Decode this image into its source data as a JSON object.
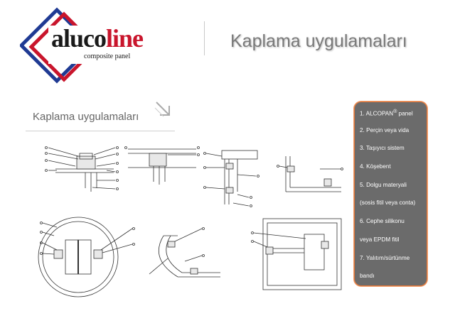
{
  "logo": {
    "name_part1": "aluco",
    "name_part2": "line",
    "tagline": "composite panel",
    "colors": {
      "blue": "#1f3a93",
      "red": "#c9152c"
    }
  },
  "header": {
    "title": "Kaplama uygulamaları"
  },
  "section": {
    "title": "Kaplama uygulamaları",
    "icon": "diagonal-arrow-icon"
  },
  "legend": {
    "item1_text": "1. ALCOPAN",
    "item1_mark": "®",
    "item1_suffix": " panel",
    "items": [
      "2. Perçin veya vida",
      "3. Taşıyıcı sistem",
      "4. Köşebent",
      "5. Dolgu materyali",
      "(sosis fitil veya conta)",
      "6. Cephe silikonu",
      "veya EPDM fitil",
      "7. Yalıtım/sürtünme",
      "bandı"
    ]
  },
  "colors": {
    "legend_bg": "#6b6b6b",
    "legend_border": "#e0773a",
    "title_gray": "#7a7a7a"
  }
}
